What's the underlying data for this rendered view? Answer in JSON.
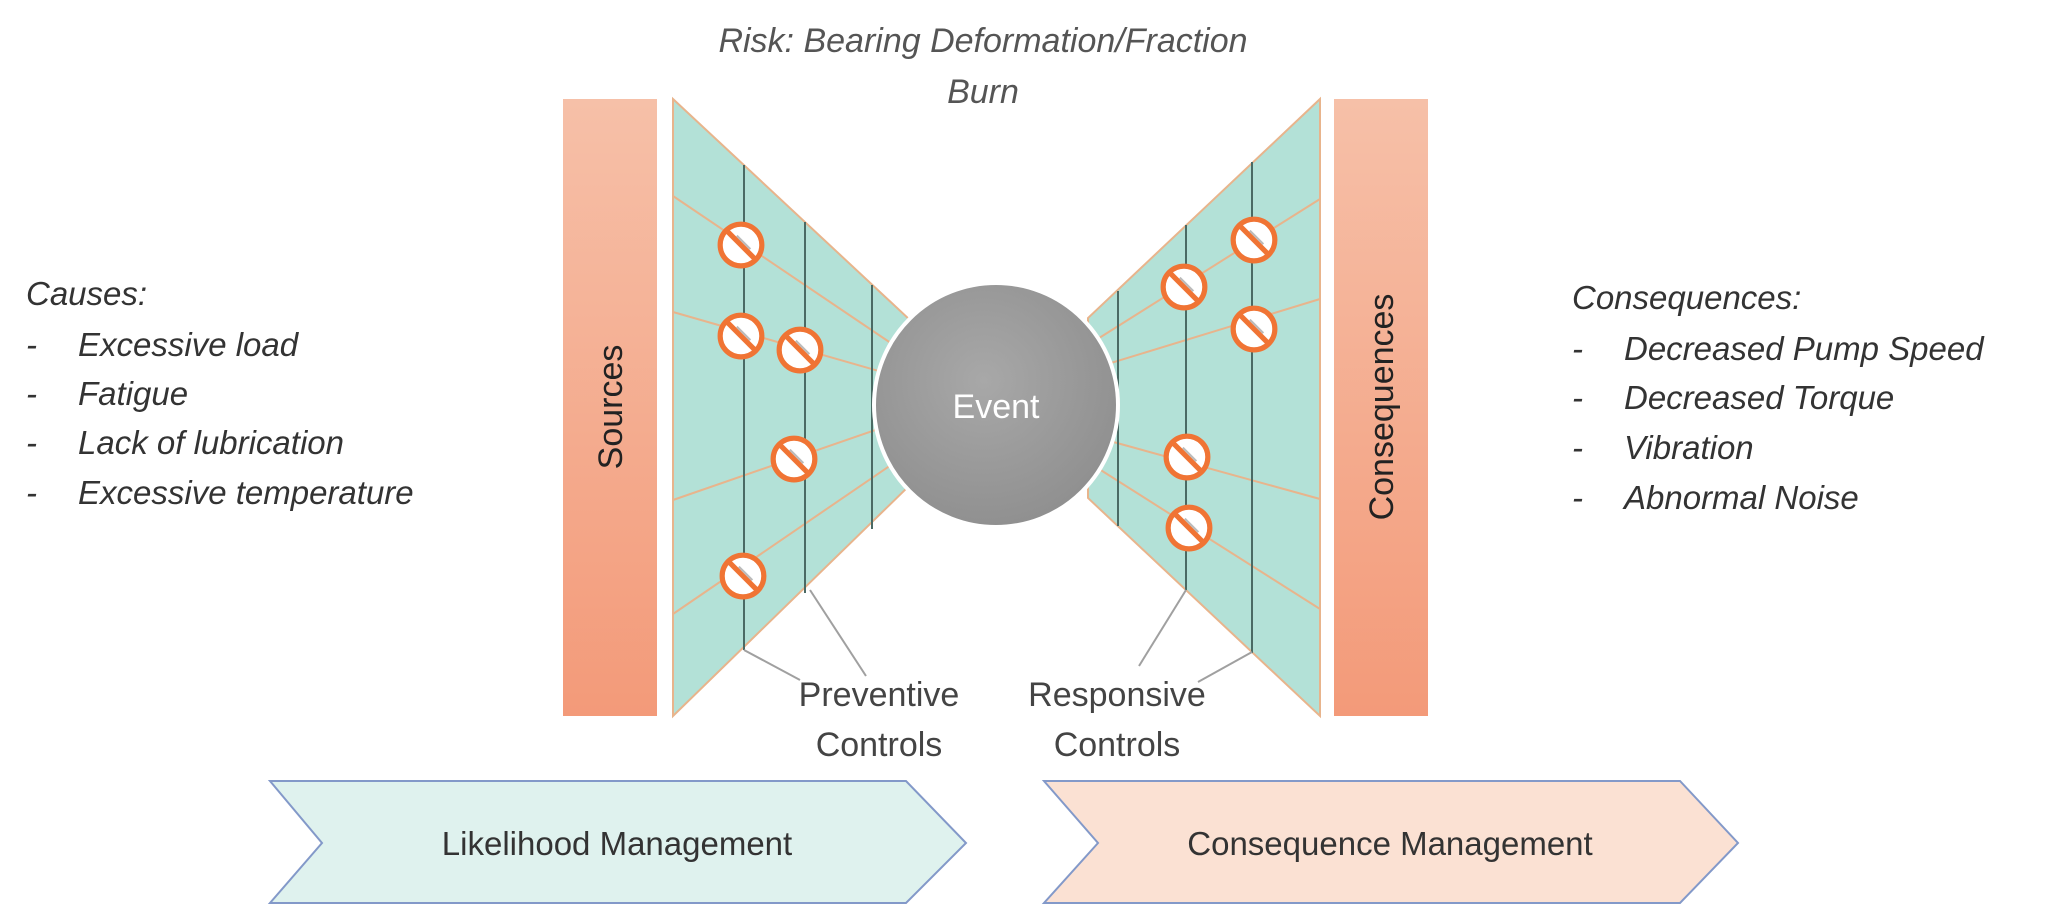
{
  "risk": {
    "title_line1": "Risk: Bearing Deformation/Fraction",
    "title_line2": "Burn"
  },
  "causes": {
    "heading": "Causes:",
    "items": [
      "Excessive load",
      "Fatigue",
      "Lack of lubrication",
      "Excessive temperature"
    ]
  },
  "consequences": {
    "heading": "Consequences:",
    "items": [
      "Decreased Pump Speed",
      "Decreased Torque",
      "Vibration",
      "Abnormal Noise"
    ]
  },
  "bars": {
    "sources": "Sources",
    "consequences": "Consequences"
  },
  "event": {
    "label": "Event"
  },
  "controls": {
    "preventive_line1": "Preventive",
    "preventive_line2": "Controls",
    "responsive_line1": "Responsive",
    "responsive_line2": "Controls"
  },
  "arrows": {
    "likelihood": "Likelihood Management",
    "consequence": "Consequence Management"
  },
  "bullet": "-",
  "icons": {
    "barrier": "prohibition-icon"
  },
  "colors": {
    "bar_fill": "#f4a283",
    "funnel_fill": "#b3e1d7",
    "funnel_edge": "#e8b48c",
    "event_fill": "#9a9a9a",
    "barrier_orange": "#f07434",
    "likelihood_fill": "#dff2ee",
    "consequence_fill": "#fbe1d3",
    "arrow_stroke": "#8399c9"
  }
}
